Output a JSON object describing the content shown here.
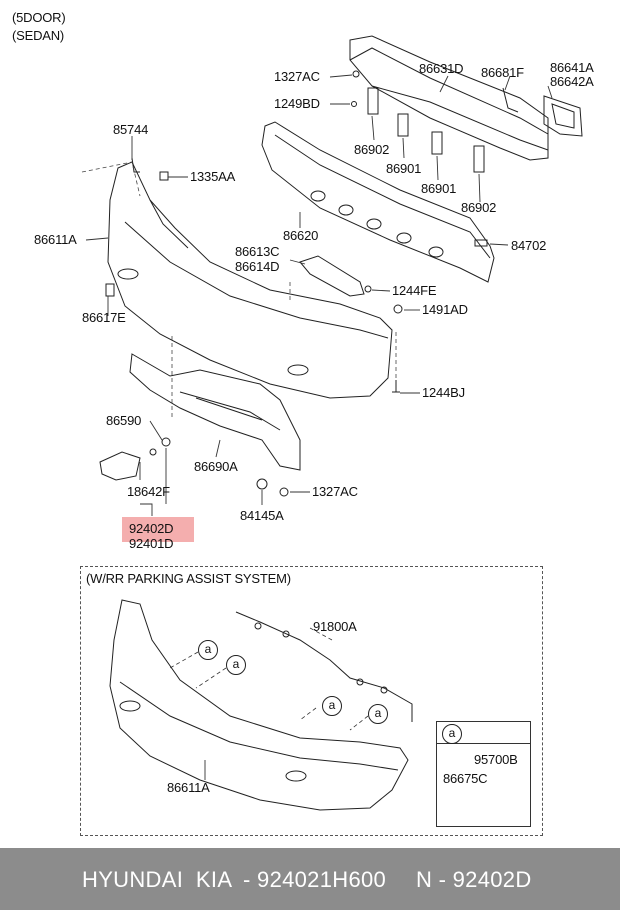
{
  "header": {
    "variant_line1": "(5DOOR)",
    "variant_line2": "(SEDAN)"
  },
  "parts": {
    "p1327AC_top": "1327AC",
    "p1249BD": "1249BD",
    "p86631D": "86631D",
    "p86681F": "86681F",
    "p86641A": "86641A",
    "p86642A": "86642A",
    "p85744": "85744",
    "p1335AA": "1335AA",
    "p86902_a": "86902",
    "p86901_a": "86901",
    "p86901_b": "86901",
    "p86902_b": "86902",
    "p86611A_top": "86611A",
    "p86620": "86620",
    "p84702": "84702",
    "p86613C": "86613C",
    "p86614D": "86614D",
    "p1244FE": "1244FE",
    "p1491AD": "1491AD",
    "p86617E": "86617E",
    "p1244BJ": "1244BJ",
    "p86590": "86590",
    "p86690A": "86690A",
    "p18642F": "18642F",
    "p1327AC_bot": "1327AC",
    "p84145A": "84145A",
    "p92402D": "92402D",
    "p92401D": "92401D"
  },
  "parking_assist": {
    "title": "(W/RR PARKING ASSIST SYSTEM)",
    "p91800A": "91800A",
    "p86611A": "86611A",
    "callout": "a",
    "legend_key": "a",
    "p95700B": "95700B",
    "p86675C": "86675C"
  },
  "footer": {
    "brands": "HYUNDAI  KIA",
    "part_number": "- 924021H600",
    "ref": "N - 92402D"
  },
  "colors": {
    "highlight": "#f2a0a0",
    "footer_bg": "#8c8c8c"
  }
}
